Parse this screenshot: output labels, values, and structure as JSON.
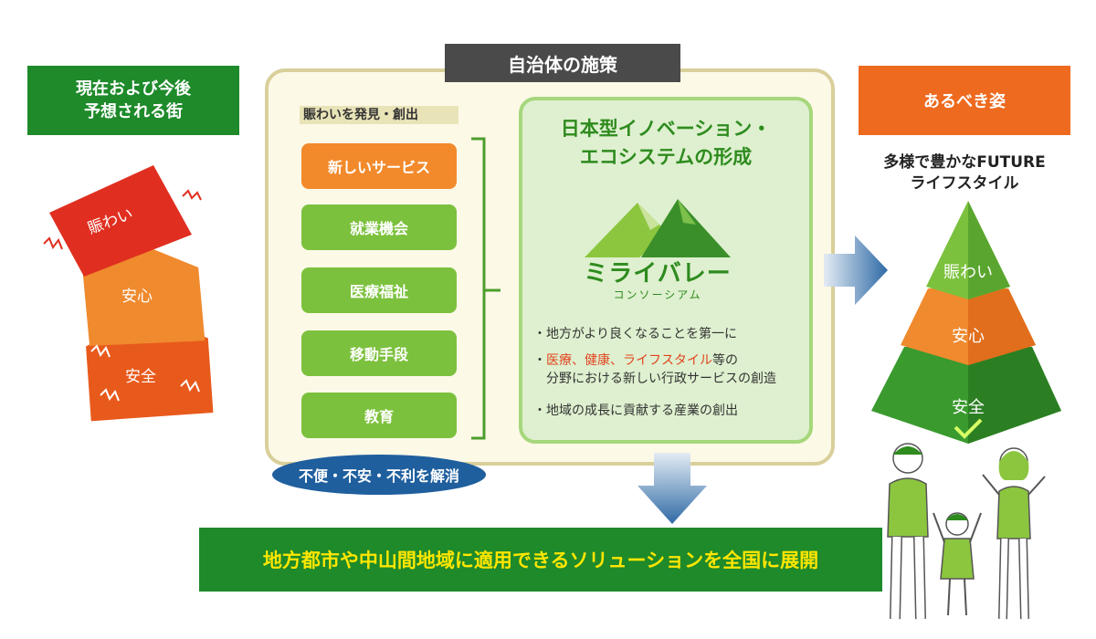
{
  "left": {
    "header": "現在および今後\n予想される街",
    "blocks": [
      "賑わい",
      "安心",
      "安全"
    ]
  },
  "center": {
    "title": "自治体の施策",
    "subhead": "賑わいを発見・創出",
    "items": [
      "新しいサービス",
      "就業機会",
      "医療福祉",
      "移動手段",
      "教育"
    ],
    "oval": "不便・不安・不利を解消",
    "eco_title": "日本型イノベーション・\nエコシステムの形成",
    "logo_name": "ミライバレー",
    "logo_sub": "コンソーシアム",
    "bullet1": "・地方がより良くなることを第一に",
    "bullet2_red": "医療、健康、ライフスタイル",
    "bullet2_tail": "等の",
    "bullet2_line2": "分野における新しい行政サービスの創造",
    "bullet3": "・地域の成長に貢献する産業の創出"
  },
  "right": {
    "header": "あるべき姿",
    "subtitle": "多様で豊かなFUTURE\nライフスタイル",
    "tiers": [
      "賑わい",
      "安心",
      "安全"
    ]
  },
  "bottom": {
    "banner": "地方都市や中山間地域に適用できるソリューションを全国に展開"
  },
  "colors": {
    "dark_green": "#1e8a2a",
    "light_green": "#7cc13d",
    "orange": "#ed6a1f",
    "red": "#e2431e",
    "yellow_text": "#ffe600",
    "navy_oval": "#1f5f9e"
  }
}
